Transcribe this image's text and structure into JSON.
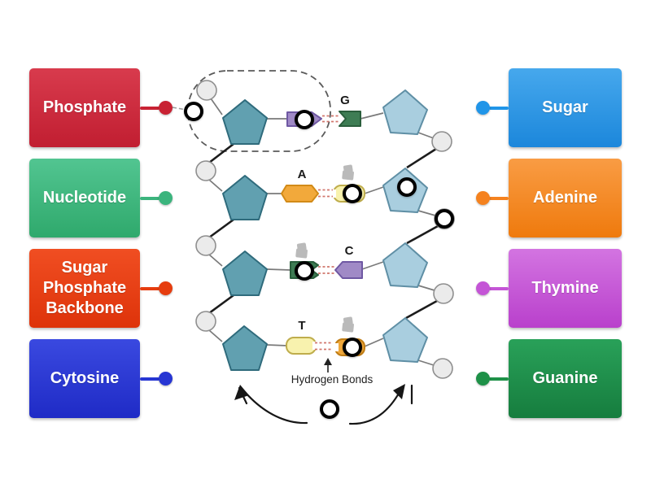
{
  "left_labels": [
    {
      "text": "Phosphate",
      "color": "#C82233"
    },
    {
      "text": "Nucleotide",
      "color": "#3BB47D"
    },
    {
      "text": "Sugar Phosphate Backbone",
      "color": "#E63D0F"
    },
    {
      "text": "Cytosine",
      "color": "#2736D3"
    }
  ],
  "right_labels": [
    {
      "text": "Sugar",
      "color": "#2095E8"
    },
    {
      "text": "Adenine",
      "color": "#F5821F"
    },
    {
      "text": "Thymine",
      "color": "#C455D6"
    },
    {
      "text": "Guanine",
      "color": "#1E9148"
    }
  ],
  "diagram": {
    "base_g": "G",
    "base_a": "A",
    "base_c": "C",
    "base_t": "T",
    "hydrogen_bonds_label": "Hydrogen Bonds",
    "colors": {
      "sugar_left": "#61A0B0",
      "sugar_right": "#A9CEDF",
      "phosphate_circle": "#EBEBEB",
      "base_purple": "#A08AC6",
      "base_green": "#3E7D54",
      "base_orange": "#F2A93B",
      "base_yellow": "#F8F2AE",
      "hydrogen_bond_dash": "#C65448"
    }
  }
}
